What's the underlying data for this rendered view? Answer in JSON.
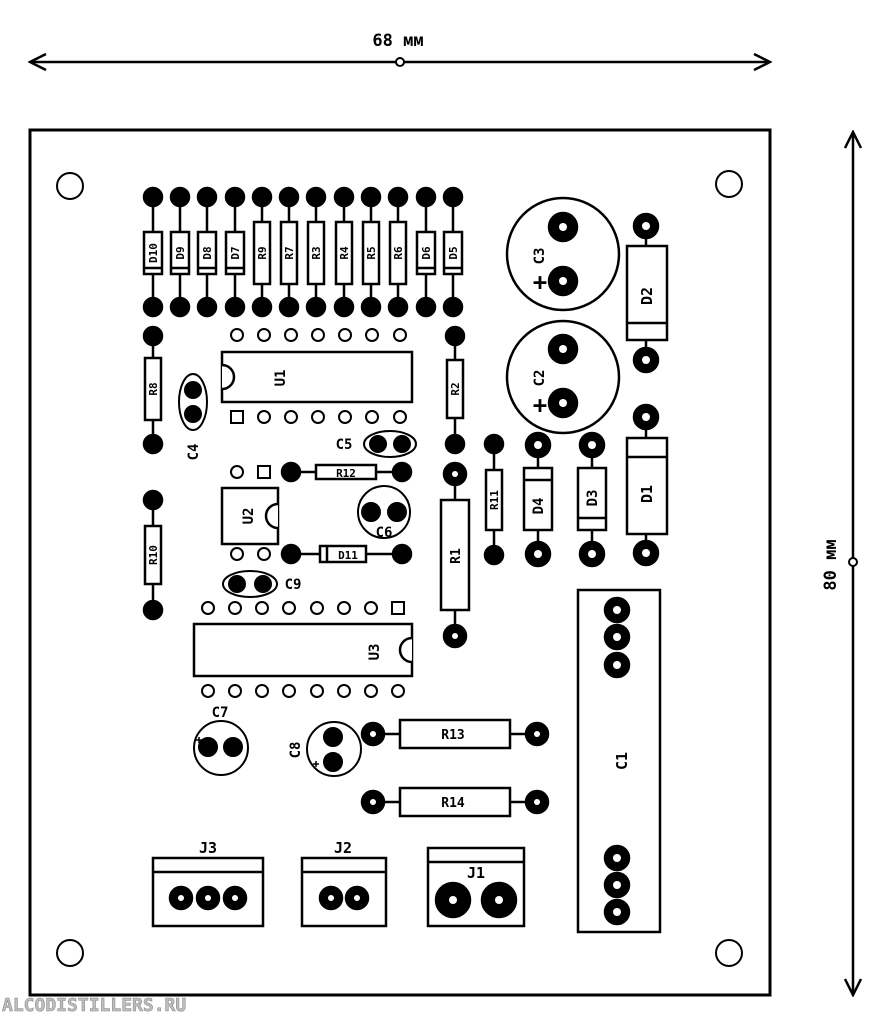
{
  "dimensions": {
    "width_label": "68 мм",
    "height_label": "80 мм"
  },
  "watermark": "ALCODISTILLERS.RU",
  "ics": {
    "u1": "U1",
    "u2": "U2",
    "u3": "U3"
  },
  "resistors": {
    "r1": "R1",
    "r2": "R2",
    "r3": "R3",
    "r4": "R4",
    "r5": "R5",
    "r6": "R6",
    "r7": "R7",
    "r8": "R8",
    "r9": "R9",
    "r10": "R10",
    "r11": "R11",
    "r12": "R12",
    "r13": "R13",
    "r14": "R14"
  },
  "diodes": {
    "d1": "D1",
    "d2": "D2",
    "d3": "D3",
    "d4": "D4",
    "d5": "D5",
    "d6": "D6",
    "d7": "D7",
    "d8": "D8",
    "d9": "D9",
    "d10": "D10",
    "d11": "D11"
  },
  "capacitors": {
    "c1": "C1",
    "c2": "C2",
    "c3": "C3",
    "c4": "C4",
    "c5": "C5",
    "c6": "C6",
    "c7": "C7",
    "c8": "C8",
    "c9": "C9",
    "plus": "+"
  },
  "connectors": {
    "j1": "J1",
    "j2": "J2",
    "j3": "J3"
  }
}
